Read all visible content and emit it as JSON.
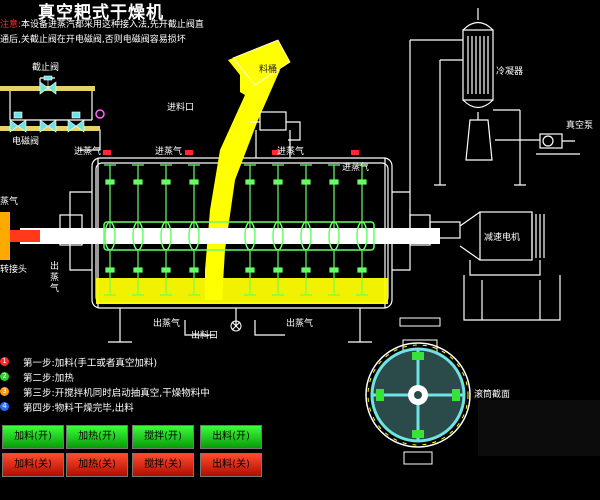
{
  "title": "真空耙式干燥机",
  "note": {
    "prefix": "注意:",
    "line1": "本设备进蒸汽都采用这种接入法,先开截止阀直",
    "line2": "通后,关截止阀在开电磁阀,否则电磁阀容易损坏"
  },
  "labels": {
    "shutoff_valve": "截止阀",
    "solenoid_valve": "电磁阀",
    "hopper": "料桶",
    "feed_port": "进料口",
    "steam_in_1": "进蒸气",
    "steam_in_2": "进蒸气",
    "steam_in_3": "进蒸气",
    "steam_in_4": "进蒸气",
    "steam_left": "蒸气",
    "rotary_joint": "转接头",
    "steam_out_vertical": "出蒸气",
    "steam_out_1": "出蒸气",
    "steam_out_2": "出蒸气",
    "discharge_port": "出料口",
    "condenser": "冷凝器",
    "vacuum_pump": "真空泵",
    "gear_motor": "减速电机",
    "cross_section": "滚筒截面"
  },
  "steps": [
    {
      "num": "1",
      "color": "#ff2a2a",
      "text": "第一步:加料(手工或者真空加料)"
    },
    {
      "num": "2",
      "color": "#2fd12f",
      "text": "第二步:加热"
    },
    {
      "num": "3",
      "color": "#ff9a00",
      "text": "第三步:开搅拌机同时启动抽真空,干燥物料中"
    },
    {
      "num": "4",
      "color": "#2a6bff",
      "text": "第四步:物料干燥完毕,出料"
    }
  ],
  "buttons_on": [
    "加料(开)",
    "加热(开)",
    "搅拌(开)",
    "出料(开)"
  ],
  "buttons_off": [
    "加料(关)",
    "加热(关)",
    "搅拌(关)",
    "出料(关)"
  ],
  "colors": {
    "equipment": "#ffffff",
    "rake": "#66ff66",
    "material": "#ffff00",
    "shaft": "#ffffff",
    "steam": "#ff2a2a"
  }
}
